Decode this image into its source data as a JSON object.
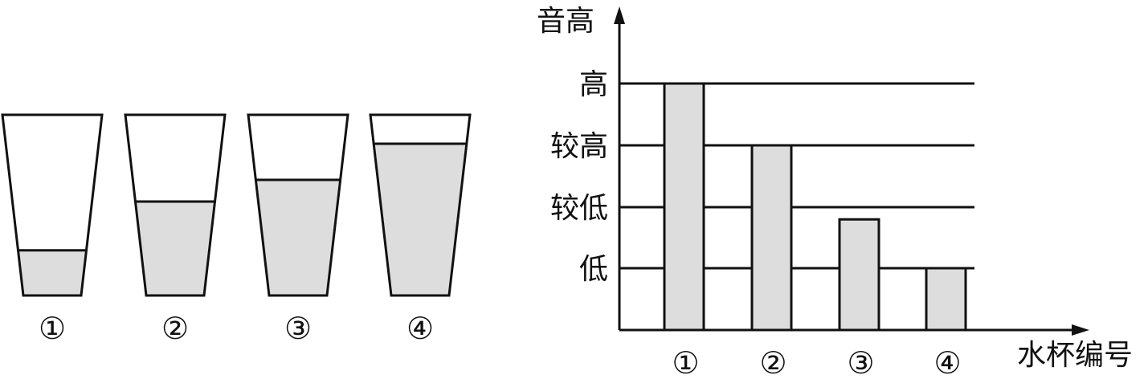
{
  "cups": [
    {
      "label": "①",
      "water_fraction": 0.25
    },
    {
      "label": "②",
      "water_fraction": 0.52
    },
    {
      "label": "③",
      "water_fraction": 0.64
    },
    {
      "label": "④",
      "water_fraction": 0.84
    }
  ],
  "chart_data": {
    "type": "bar",
    "ylabel": "音高",
    "xlabel": "水杯编号",
    "categories": [
      "①",
      "②",
      "③",
      "④"
    ],
    "y_levels": [
      "低",
      "较低",
      "较高",
      "高"
    ],
    "values": [
      4,
      3,
      1.8,
      1
    ],
    "ylim": [
      0,
      4
    ],
    "grid": true
  },
  "colors": {
    "fill": "#dddddd",
    "stroke": "#111111"
  }
}
